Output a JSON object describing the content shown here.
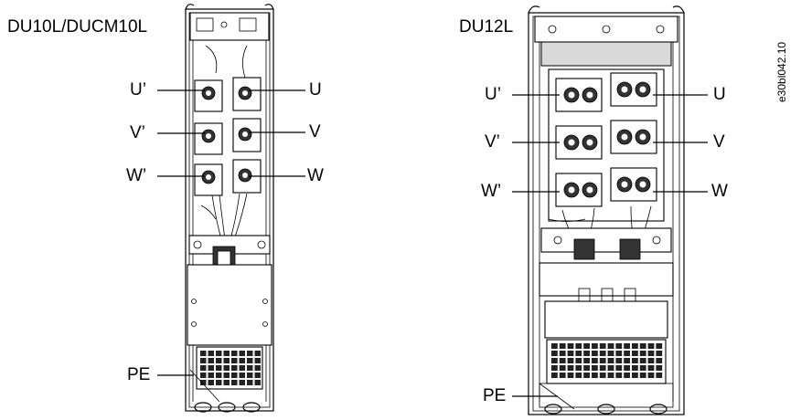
{
  "left_unit": {
    "title": "DU10L/DUCM10L",
    "labels": {
      "u_prime": "U’",
      "v_prime": "V’",
      "w_prime": "W’",
      "u": "U",
      "v": "V",
      "w": "W",
      "pe": "PE"
    }
  },
  "right_unit": {
    "title": "DU12L",
    "labels": {
      "u_prime": "U’",
      "v_prime": "V’",
      "w_prime": "W’",
      "u": "U",
      "v": "V",
      "w": "W",
      "pe": "PE"
    }
  },
  "figure_id": "e30bl042.10"
}
